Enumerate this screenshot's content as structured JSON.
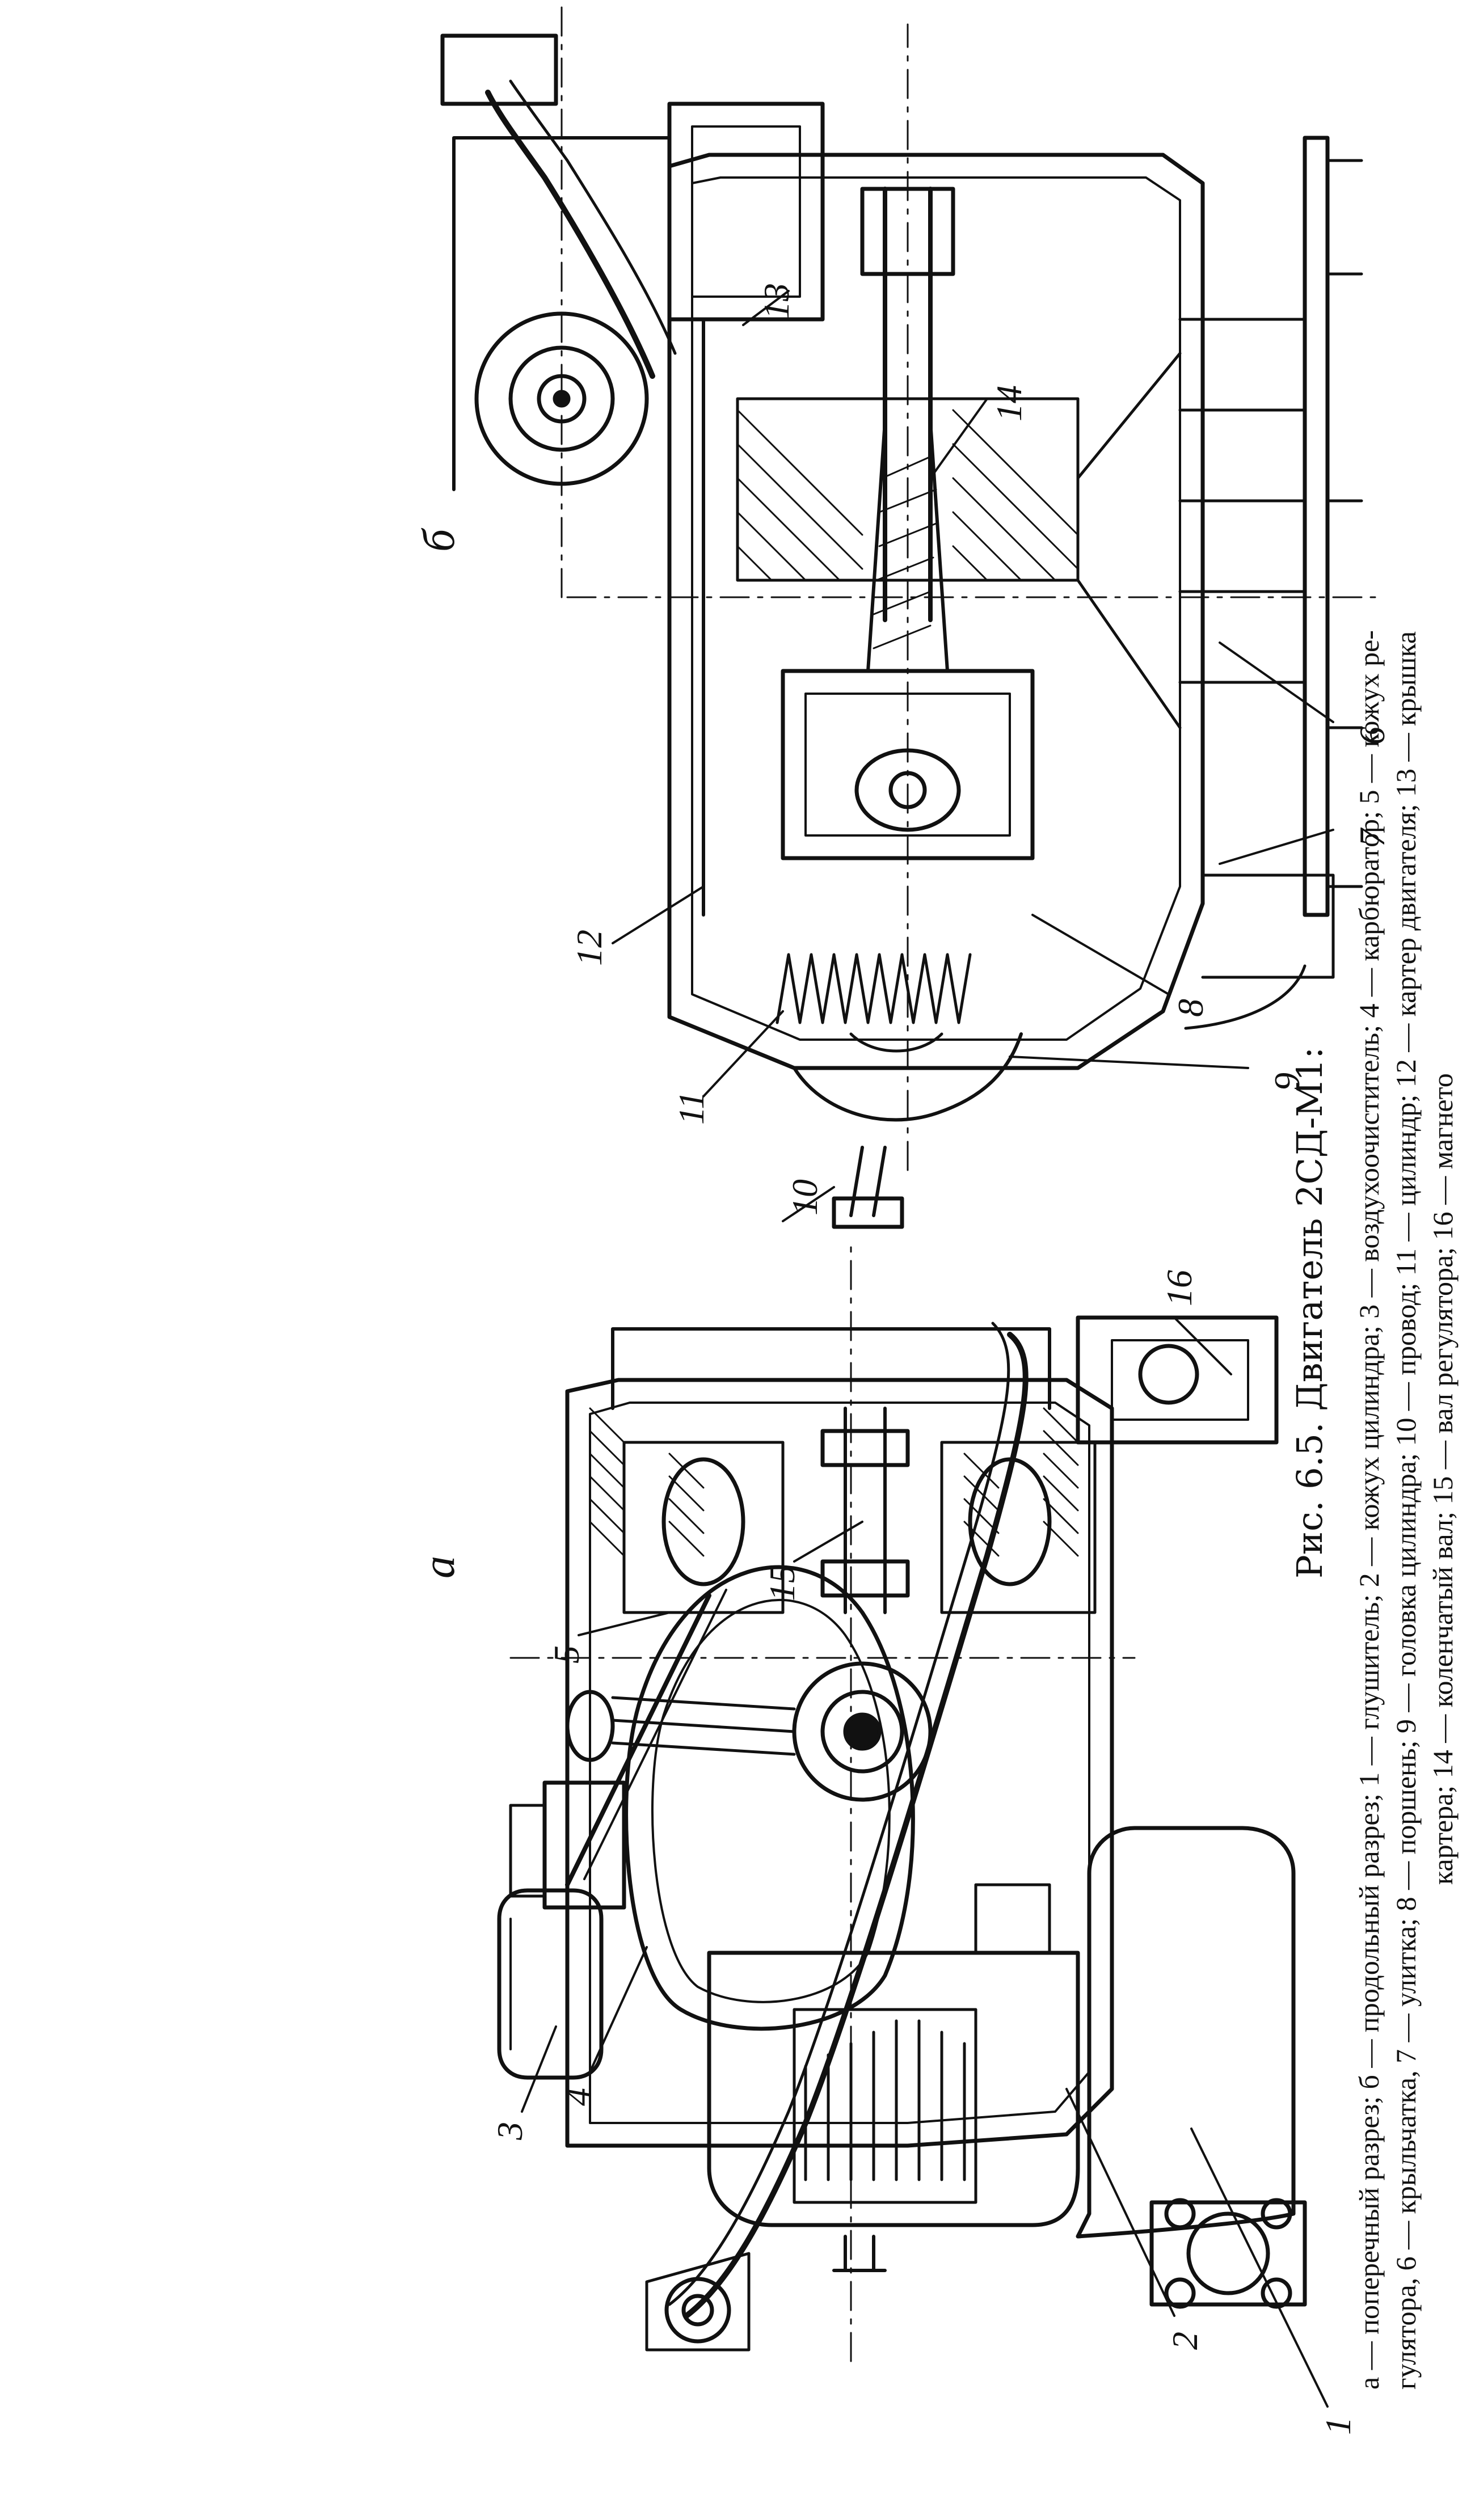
{
  "figure": {
    "title": "Рис. 6.5. Двигатель 2СД-М1:",
    "caption_lines": [
      "а — поперечный разрез; б — продольный разрез; 1 — глушитель; 2 — кожух цилиндра; 3 — воздухоочиститель; 4 — карбюратор; 5 — кожух ре-",
      "гулятора, 6 — крыльчатка, 7 — улитка; 8 — поршень; 9 — головка цилиндра; 10 — провод; 11 — цилиндр; 12 — картер двигателя; 13 — крышка",
      "картера; 14 — коленчатый вал; 15 — вал регулятора; 16 — магнето"
    ],
    "view_a": {
      "letter": "а",
      "labels": [
        "1",
        "2",
        "3",
        "4",
        "5",
        "15",
        "16"
      ]
    },
    "view_b": {
      "letter": "б",
      "labels": [
        "6",
        "7",
        "8",
        "9",
        "10",
        "11",
        "12",
        "13",
        "14"
      ]
    }
  }
}
